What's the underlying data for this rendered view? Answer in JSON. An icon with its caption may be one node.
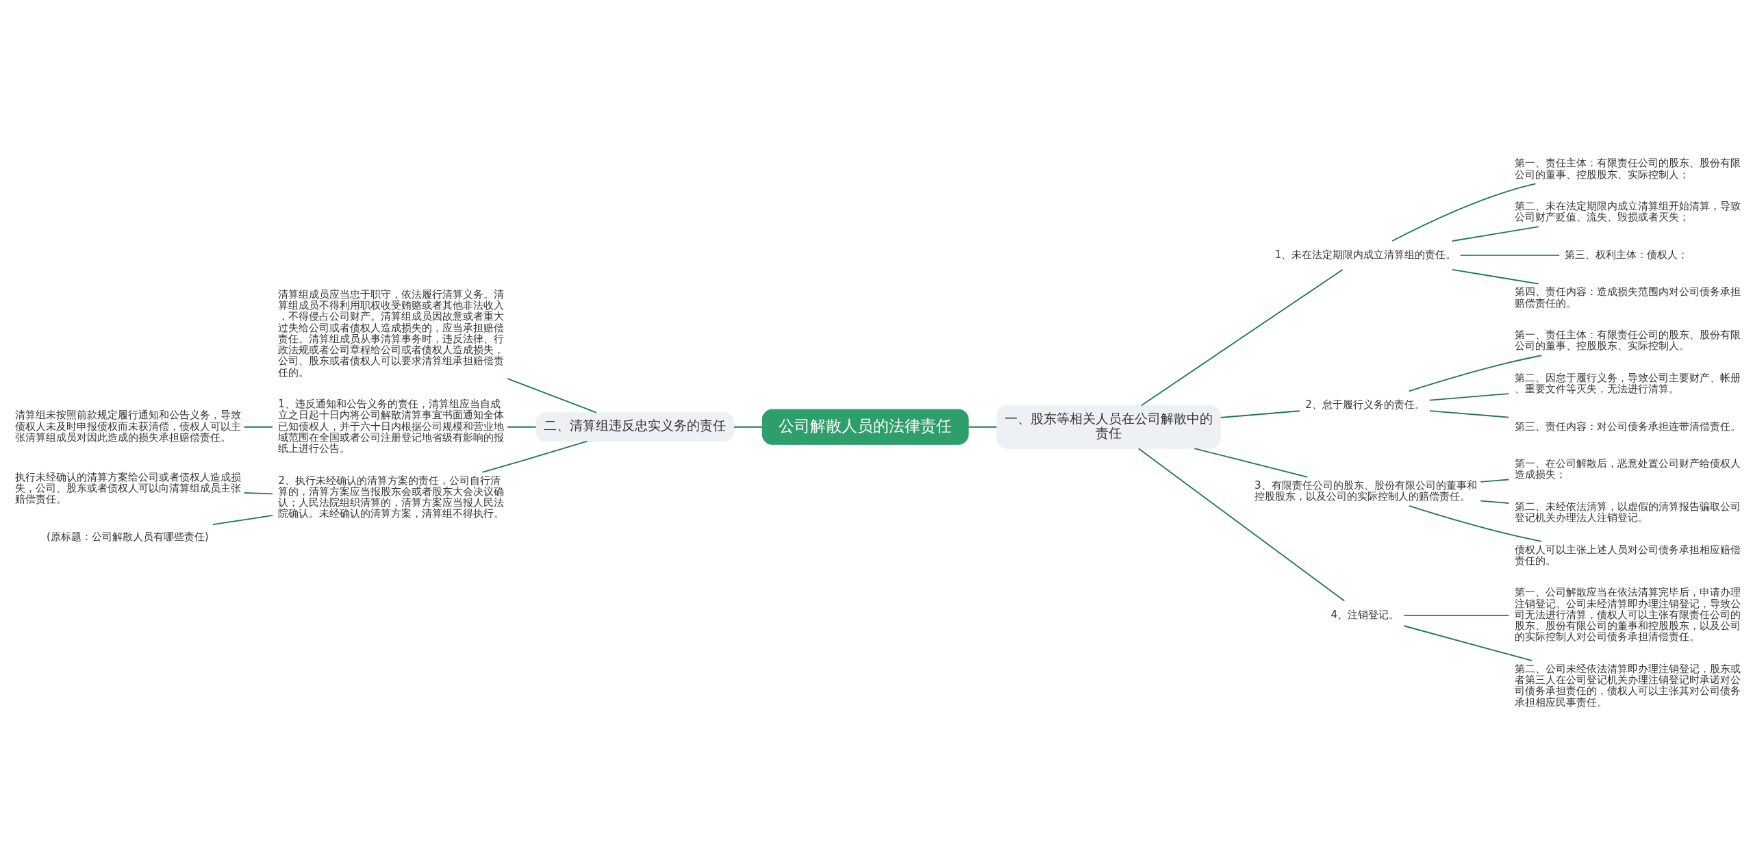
{
  "diagram": {
    "nodes": [
      {
        "text": [
          "公司解散人员的法律责任"
        ]
      },
      {
        "text": [
          "二、清算组违反忠实义务的责任"
        ]
      },
      {
        "text": [
          "清算组成员应当忠于职守，依法履行清算义务。清算组成员不得利用职权收受贿赂或者其他非法收入，不得侵占公司财产。清算组成员因故意或者重大过失给公司或者债权人造成损失的，应当承担赔偿责任。清算组成员从事清算事务时，违反法律、行政法规或者公司章程给公司或者债权人造成损失，公司、股东或者债权人可以要求清算组承担赔偿责任的。"
        ]
      },
      {
        "text": [
          "1、违反通知和公告义务的责任，清算组应当自成立之日起十日内将公司解散清算事宜书面通知全体已知债权人，并于六十日内根据公司规模和营业地域范围在全国或者公司注册登记地省级有影响的报纸上进行公告。"
        ]
      },
      {
        "text": [
          "2、执行未经确认的清算方案的责任，公司自行清算的，清算方案应当报股东会或者股东大会决议确认；人民法院组织清算的，清算方案应当报人民法院确认。未经确认的清算方案，清算组不得执行。"
        ]
      },
      {
        "text": [
          "清算组未按照前款规定履行通知和公告义务，导致债权人未及时申报债权而未获清偿，债权人可以主张清算组成员对因此造成的损失承担赔偿责任。"
        ]
      },
      {
        "text": [
          "执行未经确认的清算方案给公司或者债权人造成损失，公司、股东或者债权人可以向清算组成员主张赔偿责任。"
        ]
      },
      {
        "text": [
          "(原标题：公司解散人员有哪些责任)"
        ]
      },
      {
        "text": [
          "一、股东等相关人员在公司解散中的责任"
        ]
      },
      {
        "text": [
          "1、未在法定期限内成立清算组的责任。"
        ]
      },
      {
        "text": [
          "第一、责任主体：有限责任公司的股东、股份有限公司的董事、控股股东、实际控制人；"
        ]
      },
      {
        "text": [
          "第二、未在法定期限内成立清算组开始清算，导致公司财产贬值、流失、毁损或者灭失；"
        ]
      },
      {
        "text": [
          "第三、权利主体：债权人；"
        ]
      },
      {
        "text": [
          "第四、责任内容：造成损失范围内对公司债务承担赔偿责任的。"
        ]
      },
      {
        "text": [
          "2、怠于履行义务的责任。"
        ]
      },
      {
        "text": [
          "第一、责任主体：有限责任公司的股东、股份有限公司的董事、控股股东、实际控制人。"
        ]
      },
      {
        "text": [
          "第二、因怠于履行义务，导致公司主要财产、帐册、重要文件等灭失，无法进行清算。"
        ]
      },
      {
        "text": [
          "第三、责任内容：对公司债务承担连带清偿责任。"
        ]
      },
      {
        "text": [
          "3、有限责任公司的股东、股份有限公司的董事和控股股东，以及公司的实际控制人的赔偿责任。"
        ]
      },
      {
        "text": [
          "第一、在公司解散后，恶意处置公司财产给债权人造成损失；"
        ]
      },
      {
        "text": [
          "第二、未经依法清算，以虚假的清算报告骗取公司登记机关办理法人注销登记。"
        ]
      },
      {
        "text": [
          "债权人可以主张上述人员对公司债务承担相应赔偿责任的。"
        ]
      },
      {
        "text": [
          "4、注销登记。"
        ]
      },
      {
        "text": [
          "第一、公司解散应当在依法清算完毕后，申请办理注销登记。公司未经清算即办理注销登记，导致公司无法进行清算，债权人可以主张有限责任公司的股东、股份有限公司的董事和控股股东，以及公司的实际控制人对公司债务承担清偿责任。"
        ]
      },
      {
        "text": [
          "第二、公司未经依法清算即办理注销登记，股东或者第三人在公司登记机关办理注销登记时承诺对公司债务承担责任的，债权人可以主张其对公司债务承担相应民事责任。"
        ]
      }
    ],
    "edges": [
      {
        "from": 1,
        "to": 0,
        "arrow": "none"
      },
      {
        "from": 2,
        "to": 1,
        "arrow": "none"
      },
      {
        "from": 3,
        "to": 1,
        "arrow": "none"
      },
      {
        "from": 4,
        "to": 1,
        "arrow": "none"
      },
      {
        "from": 5,
        "to": 3,
        "arrow": "none"
      },
      {
        "from": 6,
        "to": 4,
        "arrow": "none"
      },
      {
        "from": 7,
        "to": 4,
        "arrow": "none"
      },
      {
        "from": 0,
        "to": 8,
        "arrow": "none"
      },
      {
        "from": 8,
        "to": 9,
        "arrow": "none"
      },
      {
        "from": 9,
        "to": 10,
        "arrow": "none"
      },
      {
        "from": 9,
        "to": 11,
        "arrow": "none"
      },
      {
        "from": 9,
        "to": 12,
        "arrow": "none"
      },
      {
        "from": 9,
        "to": 13,
        "arrow": "none"
      },
      {
        "from": 8,
        "to": 14,
        "arrow": "none"
      },
      {
        "from": 14,
        "to": 15,
        "arrow": "none"
      },
      {
        "from": 14,
        "to": 16,
        "arrow": "none"
      },
      {
        "from": 14,
        "to": 17,
        "arrow": "none"
      },
      {
        "from": 8,
        "to": 18,
        "arrow": "none"
      },
      {
        "from": 18,
        "to": 19,
        "arrow": "none"
      },
      {
        "from": 18,
        "to": 20,
        "arrow": "none"
      },
      {
        "from": 18,
        "to": 21,
        "arrow": "none"
      },
      {
        "from": 8,
        "to": 22,
        "arrow": "none"
      },
      {
        "from": 22,
        "to": 23,
        "arrow": "none"
      },
      {
        "from": 22,
        "to": 24,
        "arrow": "none"
      }
    ]
  }
}
